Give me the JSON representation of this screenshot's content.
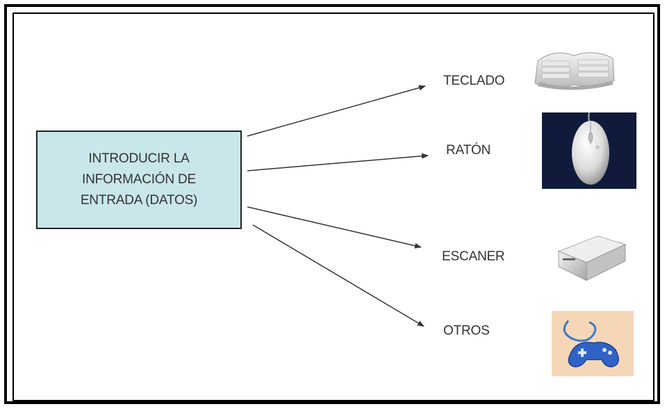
{
  "diagram": {
    "source_box": {
      "lines": [
        "INTRODUCIR LA",
        "INFORMACIÓN DE",
        "ENTRADA (DATOS)"
      ]
    },
    "targets": [
      {
        "label": "TECLADO",
        "icon": "keyboard-icon"
      },
      {
        "label": "RATÓN",
        "icon": "mouse-icon"
      },
      {
        "label": "ESCANER",
        "icon": "scanner-icon"
      },
      {
        "label": "OTROS",
        "icon": "gamepad-icon"
      }
    ]
  },
  "colors": {
    "box_fill": "#c9e6ea",
    "border": "#000000",
    "text": "#333333",
    "arrow": "#333333"
  }
}
